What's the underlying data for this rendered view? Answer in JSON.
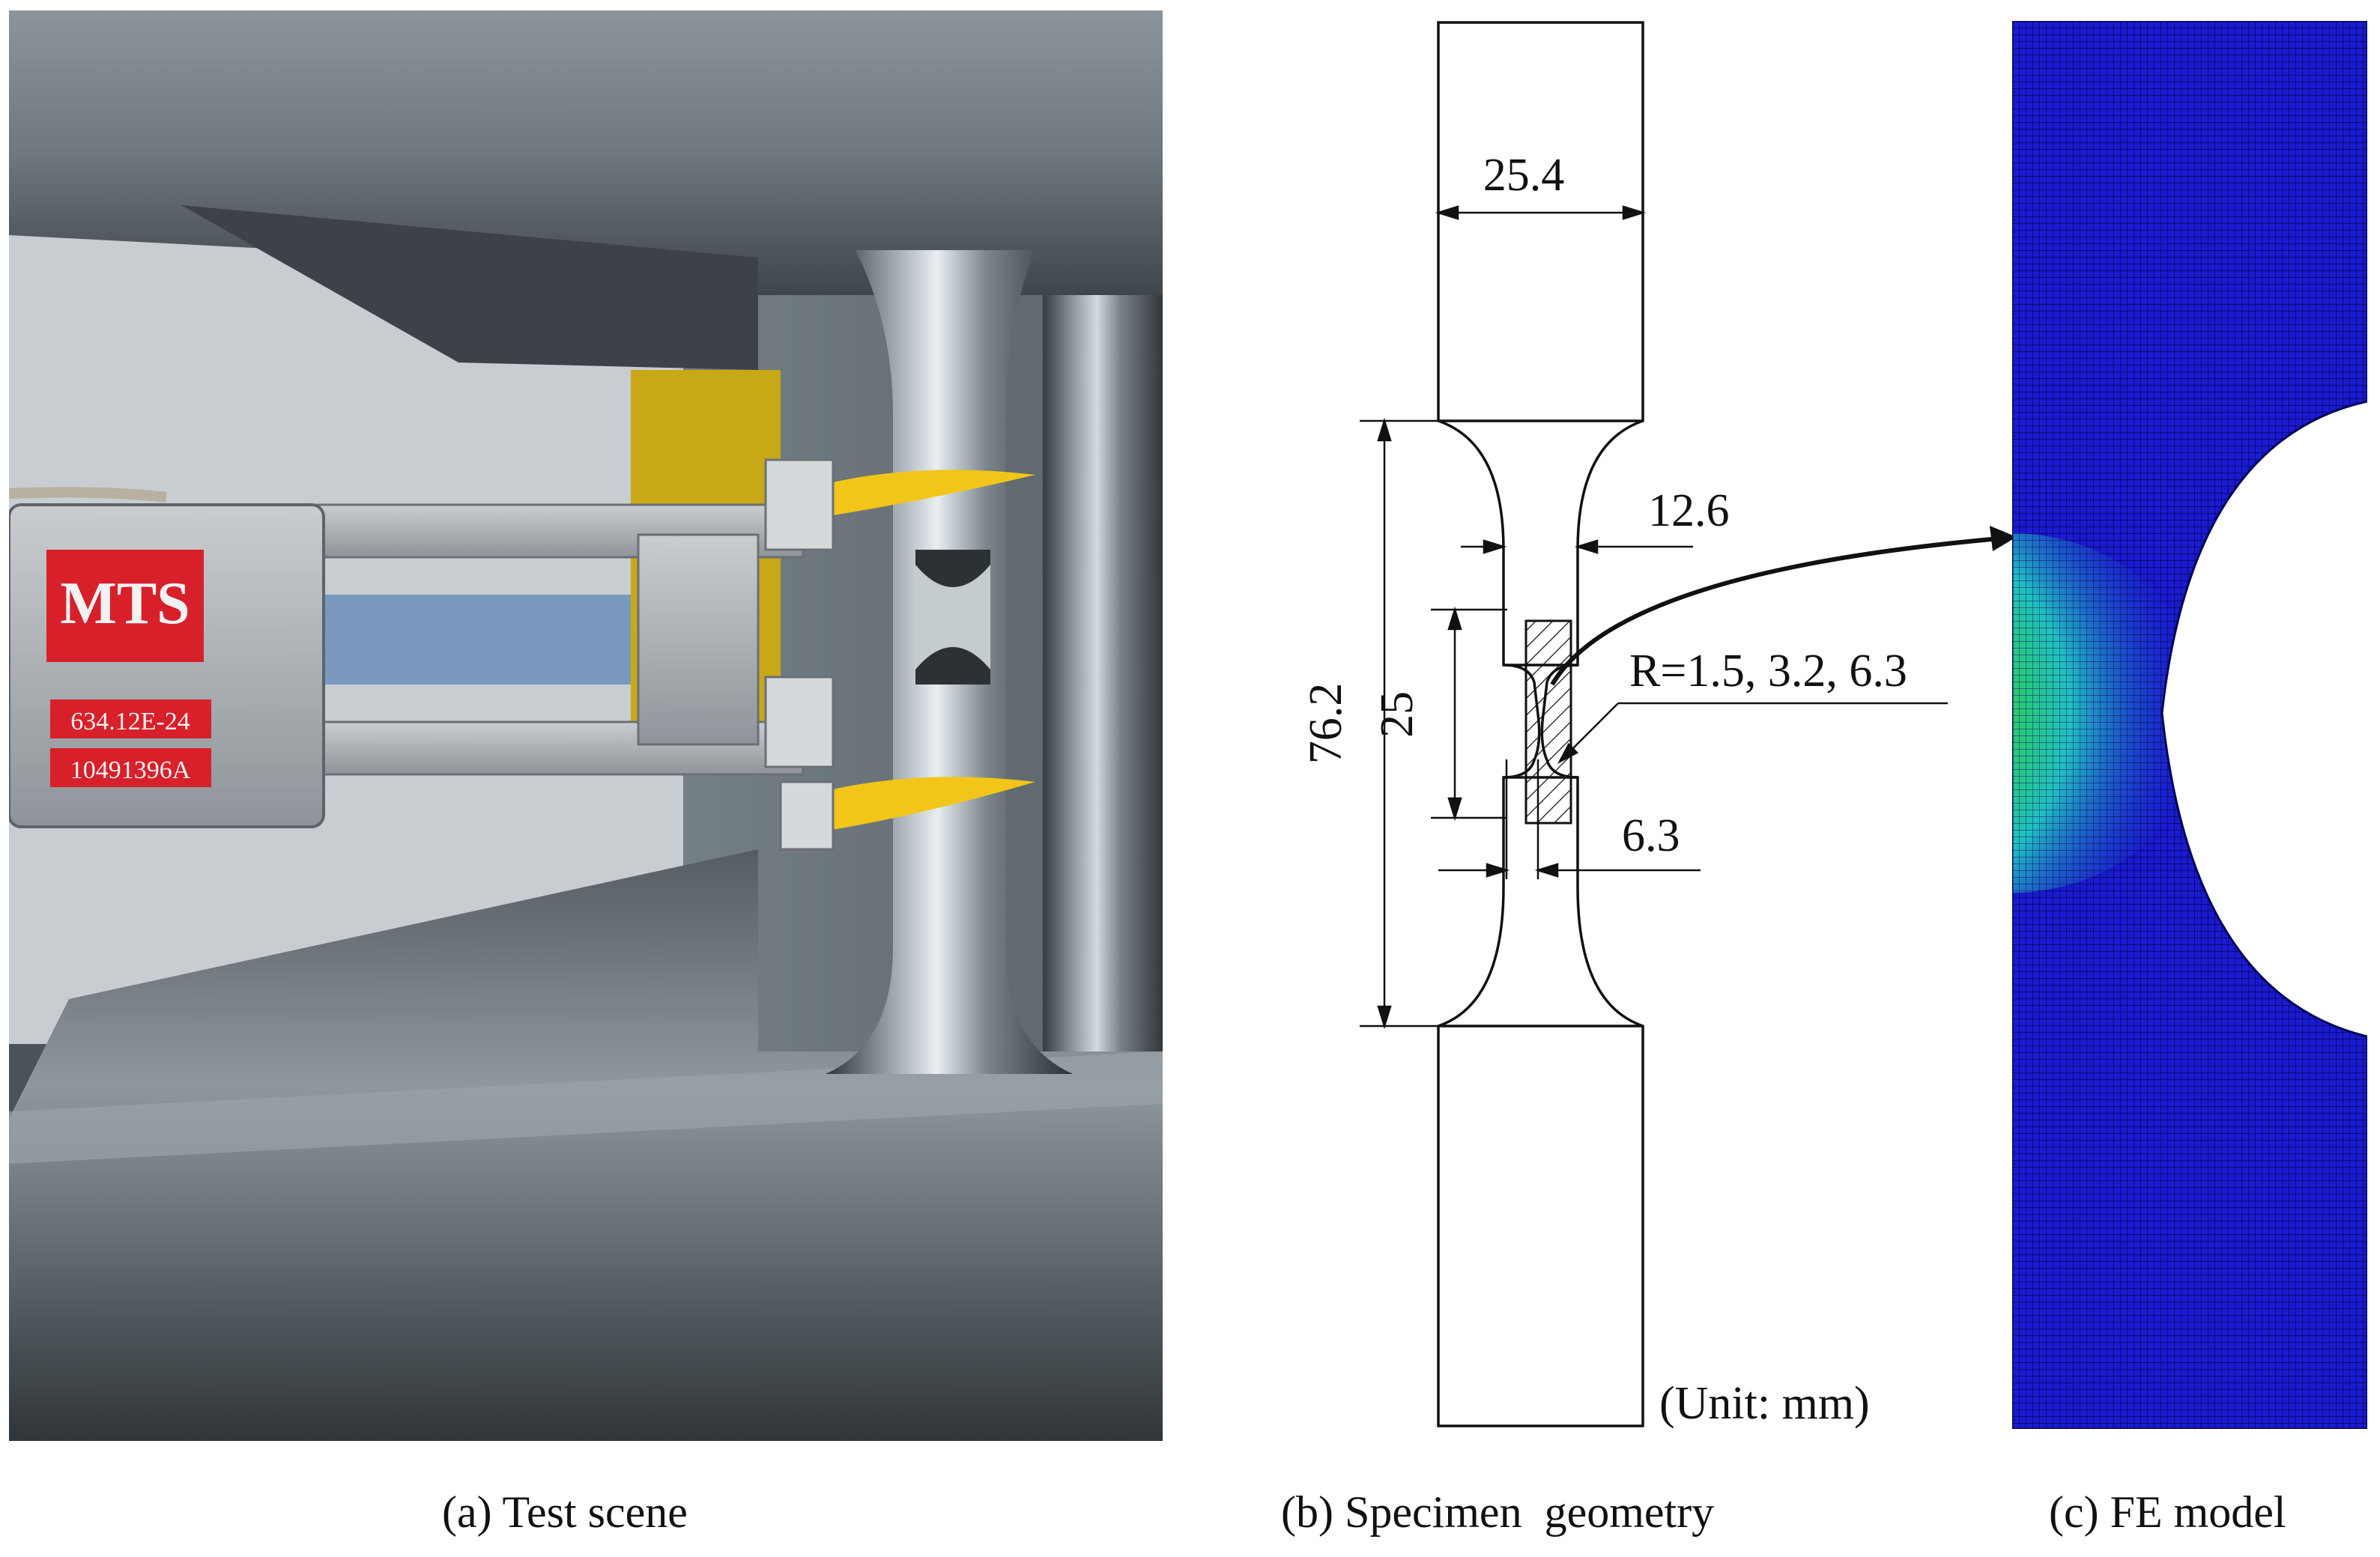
{
  "panels": {
    "a": {
      "caption": "(a) Test scene",
      "extensometer": {
        "brand": "MTS",
        "model": "634.12E-24",
        "serial": "10491396A"
      }
    },
    "b": {
      "caption": "(b) Specimen  geometry",
      "dimensions": {
        "grip_width": "25.4",
        "gauge_width": "12.6",
        "parallel_length": "76.2",
        "notch_region": "25",
        "notch_radius": "R=1.5, 3.2, 6.3",
        "net_width": "6.3"
      },
      "unit_note": "(Unit: mm)"
    },
    "c": {
      "caption": "(c) FE model",
      "mesh_color": "#1a1ad0",
      "contour_colors": [
        "#e0201a",
        "#f07a10",
        "#e8e820",
        "#30d040",
        "#20c0c0",
        "#1a1ad0"
      ]
    }
  }
}
